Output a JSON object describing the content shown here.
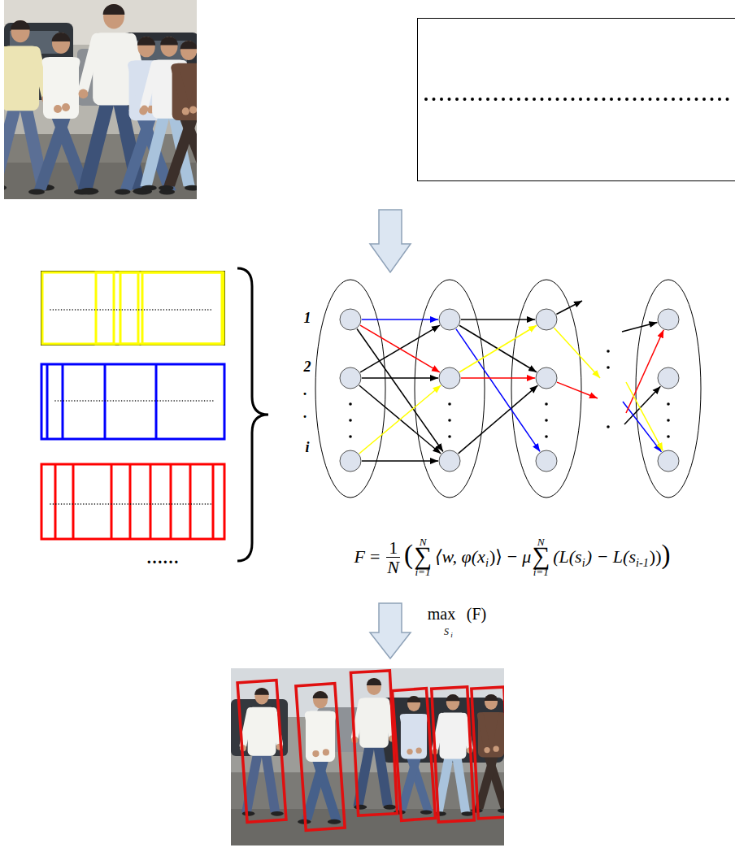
{
  "diagram": {
    "labels": [
      "1",
      "2",
      ".",
      ".",
      "i",
      "……",
      "F",
      "=",
      "1",
      "N",
      "(",
      "N",
      "∑",
      "i=1",
      "⟨w, φ(x",
      "i",
      ")⟩",
      "−",
      "μ",
      "N",
      "∑",
      "i=1",
      "(L(s",
      "i",
      ") − L(s",
      "i-1",
      "))",
      ")",
      "max",
      "S",
      "i",
      "(F)"
    ]
  }
}
